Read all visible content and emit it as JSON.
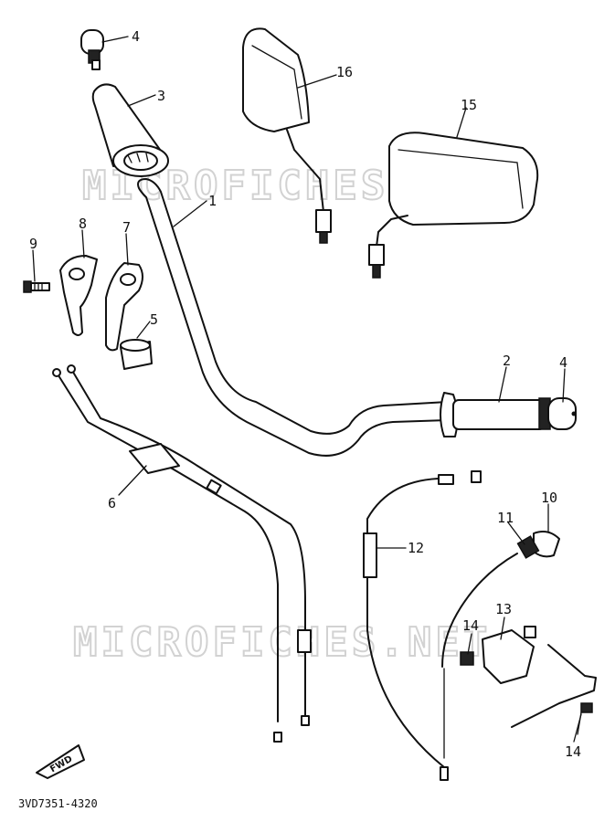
{
  "watermark": "MICROFICHES.NET",
  "diagram_code": "3VD7351-4320",
  "direction_label": "FWD",
  "callouts": {
    "p1": "1",
    "p2": "2",
    "p3": "3",
    "p4a": "4",
    "p4b": "4",
    "p5": "5",
    "p6": "6",
    "p7": "7",
    "p8": "8",
    "p9": "9",
    "p10": "10",
    "p11": "11",
    "p12": "12",
    "p13": "13",
    "p14a": "14",
    "p14b": "14",
    "p15": "15",
    "p16": "16"
  }
}
